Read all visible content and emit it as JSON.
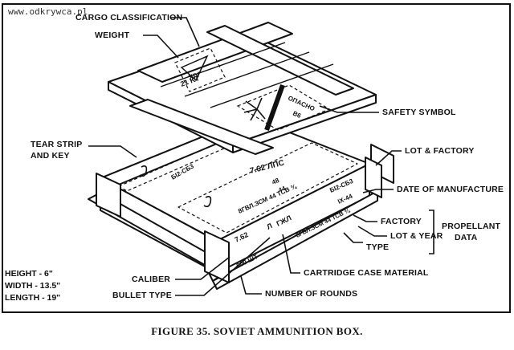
{
  "watermark": "www.odkrywca.pl",
  "caption": "FIGURE 35.  SOVIET AMMUNITION BOX.",
  "callouts": {
    "cargo_classification": "CARGO CLASSIFICATION",
    "weight": "WEIGHT",
    "safety_symbol": "SAFETY SYMBOL",
    "tear_strip_line1": "TEAR STRIP",
    "tear_strip_line2": "AND KEY",
    "lot_factory": "LOT & FACTORY",
    "date_of_manufacture": "DATE OF MANUFACTURE",
    "factory": "FACTORY",
    "lot_year": "LOT & YEAR",
    "type": "TYPE",
    "propellant_line1": "PROPELLANT",
    "propellant_line2": "DATA",
    "caliber": "CALIBER",
    "cartridge_case_material": "CARTRIDGE CASE MATERIAL",
    "bullet_type": "BULLET TYPE",
    "number_of_rounds": "NUMBER OF ROUNDS"
  },
  "dimensions": {
    "height": "HEIGHT - 6\"",
    "width": "WIDTH - 13.5\"",
    "length": "LENGTH - 19\""
  },
  "box_markings": {
    "cargo_class": "XIV",
    "weight_value": "21 KT",
    "safety_word": "OПACHO",
    "safety_number": "B6",
    "top_caliber": "7.62 ЛПС",
    "stamp_left": "БI2-CБ3",
    "stamp_right": "БI2-CБ3",
    "year_code": "IX-44",
    "lot_top": "48",
    "lot_mid": "44",
    "prop_line_top": "8ГВЛ.ЗСМ 44 ТСВ ¾",
    "prop_line_side": "8ГВЛ.ЗСМ 44 ТСВ ¾",
    "caliber_side": "7.62",
    "bullet_side": "Л",
    "case_side": "ГЖЛ",
    "rounds_side": "800 ШТ"
  },
  "colors": {
    "ink": "#111111",
    "paper": "#ffffff"
  }
}
